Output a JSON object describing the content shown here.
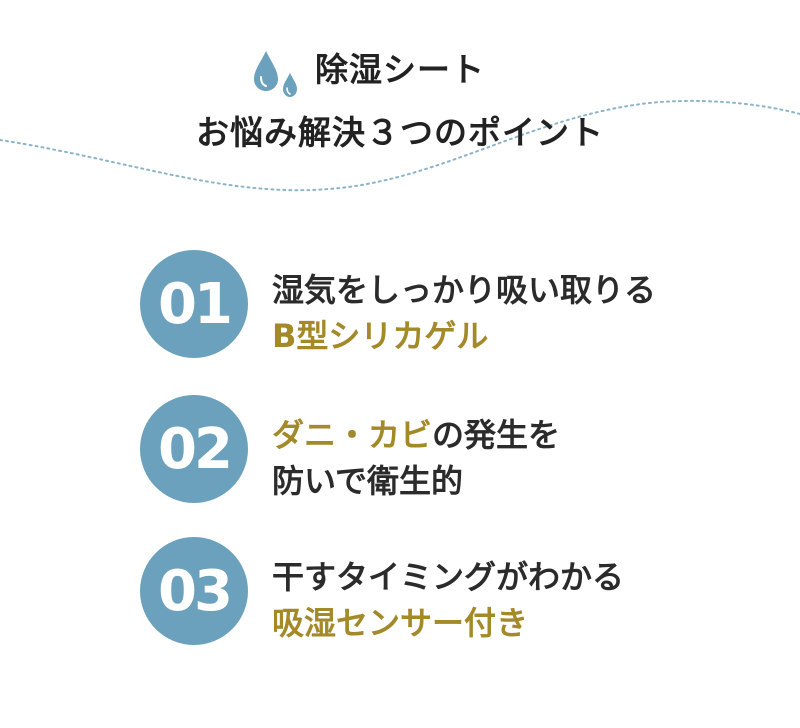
{
  "header": {
    "title_line1": "除湿シート",
    "title_line2": "お悩み解決３つのポイント"
  },
  "colors": {
    "accent_blue": "#6ba1bd",
    "highlight_gold": "#a38928",
    "text_dark": "#2b2b2b",
    "wave_dots": "#8bb4c8"
  },
  "icons": {
    "drops": "water-drops-icon"
  },
  "points": [
    {
      "number": "01",
      "line1_dark": "湿気をしっかり吸い取りる",
      "line2_gold": "B型シリカゲル"
    },
    {
      "number": "02",
      "line1_gold": "ダニ・カビ",
      "line1_dark": "の発生を",
      "line2_dark": "防いで衛生的"
    },
    {
      "number": "03",
      "line1_dark": "干すタイミングがわかる",
      "line2_gold": "吸湿センサー付き"
    }
  ]
}
